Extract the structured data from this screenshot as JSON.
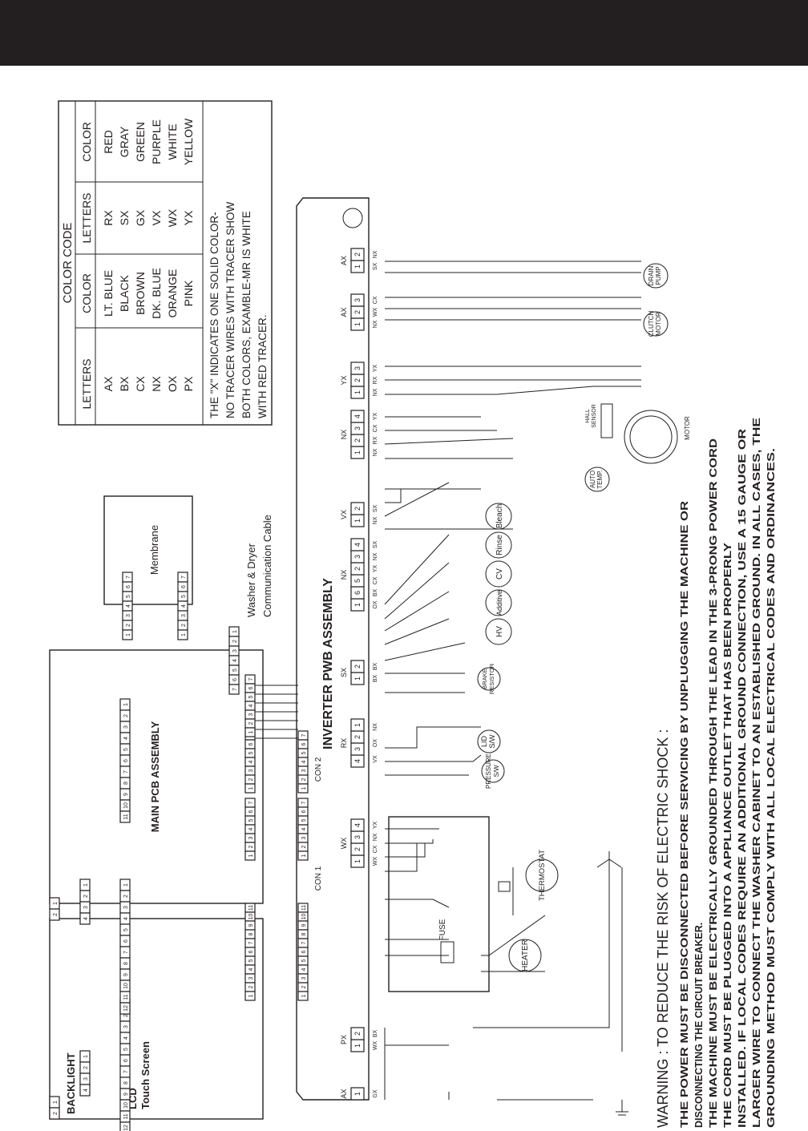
{
  "color_code": {
    "title": "COLOR CODE",
    "headers": [
      "LETTERS",
      "COLOR",
      "LETTERS",
      "COLOR"
    ],
    "rows": [
      [
        "AX",
        "LT. BLUE",
        "RX",
        "RED"
      ],
      [
        "BX",
        "BLACK",
        "SX",
        "GRAY"
      ],
      [
        "CX",
        "BROWN",
        "GX",
        "GREEN"
      ],
      [
        "NX",
        "DK. BLUE",
        "VX",
        "PURPLE"
      ],
      [
        "OX",
        "ORANGE",
        "WX",
        "WHITE"
      ],
      [
        "PX",
        "PINK",
        "YX",
        "YELLOW"
      ]
    ],
    "note_lines": [
      "THE \"X\" INDICATES ONE SOLID COLOR-",
      "NO TRACER WIRES WITH TRACER SHOW",
      "BOTH COLORS, EXAMBLE-MR IS WHITE",
      "WITH RED TRACER."
    ]
  },
  "modules": {
    "backlight": "BACKLIGHT",
    "lcd_1": "LCD",
    "lcd_2": "Touch Screen",
    "main_pcb": "MAIN PCB ASSEMBLY",
    "membrane": "Membrane",
    "cable_1": "Washer & Dryer",
    "cable_2": "Communication Cable",
    "inverter": "INVERTER PWB ASSEMBLY",
    "con1": "CON 1",
    "con2": "CON 2"
  },
  "connectors": {
    "top": [
      {
        "name": "AX",
        "pins": "1",
        "wires": "GX"
      },
      {
        "name": "PX",
        "pins": "1 2",
        "wires": "WX BX"
      },
      {
        "name": "WX",
        "pins": "1 2 3 4",
        "wires": "WX CX NX YX"
      },
      {
        "name": "RX",
        "pins": "4 3 2 1",
        "wires": "VX OX NX"
      },
      {
        "name": "SX",
        "pins": "1 2",
        "wires": "BX BX"
      },
      {
        "name": "NX",
        "pins": "1 6 5 2 3 4",
        "wires": "OX BX CX YX NX SX"
      },
      {
        "name": "VX",
        "pins": "1 2",
        "wires": "NX SX"
      },
      {
        "name": "NX",
        "pins": "1 2 3 4",
        "wires": "NX RX CX YX"
      },
      {
        "name": "YX",
        "pins": "1 2 3",
        "wires": "NX RX YX"
      },
      {
        "name": "AX",
        "pins": "1 2 3",
        "wires": "NX WX CX"
      },
      {
        "name": "AX",
        "pins": "1 2",
        "wires": "SX NX"
      }
    ]
  },
  "components": {
    "heater": "HEATER",
    "thermostat": "THERMOSTAT",
    "fuse": "FUSE",
    "pressure": [
      "PRESSURE",
      "S/W"
    ],
    "lid": [
      "LID",
      "S/W"
    ],
    "brake": [
      "BRAKE",
      "RESISTOR"
    ],
    "hv": "HV",
    "additive": "Additive",
    "cv": "CV",
    "rinse": "Rinse",
    "bleach": "Bleach",
    "auto_temp": [
      "AUTO",
      "TEMP."
    ],
    "hall": [
      "HALL",
      "SENSOR"
    ],
    "motor": "MOTOR",
    "clutch": [
      "CLUTCH",
      "MOTOR"
    ],
    "drain": [
      "DRAIN",
      "PUMP"
    ]
  },
  "warning": {
    "title": "WARNING : TO REDUCE THE RISK OF ELECTRIC SHOCK :",
    "lines": [
      "THE POWER MUST BE DISCONNECTED BEFORE SERVICING BY UNPLUGGING THE MACHINE OR",
      "DISCONNECTING THE CIRCUIT BREAKER.",
      "THE MACHINE MUST BE ELECTRICALLY GROUNDED THROUGH THE LEAD IN THE 3-PRONG POWER CORD",
      "THE CORD MUST BE PLUGGED INTO A APPLIANCE OUTLET THAT HAS BEEN PROPERLY",
      "INSTALLED. IF LOCAL CODES REQUIRE AN ADDITIONAL GROUND CONNECTION, USE A 15 GAUGE OR",
      "LARGER WIRE TO CONNECT THE WASHER CABINET TO AN ESTABLISHED GROUND. IN ALL CASES, THE",
      "GROUNDING METHOD MUST COMPLY WITH ALL LOCAL ELECTRICAL CODES AND ORDINANCES."
    ]
  }
}
